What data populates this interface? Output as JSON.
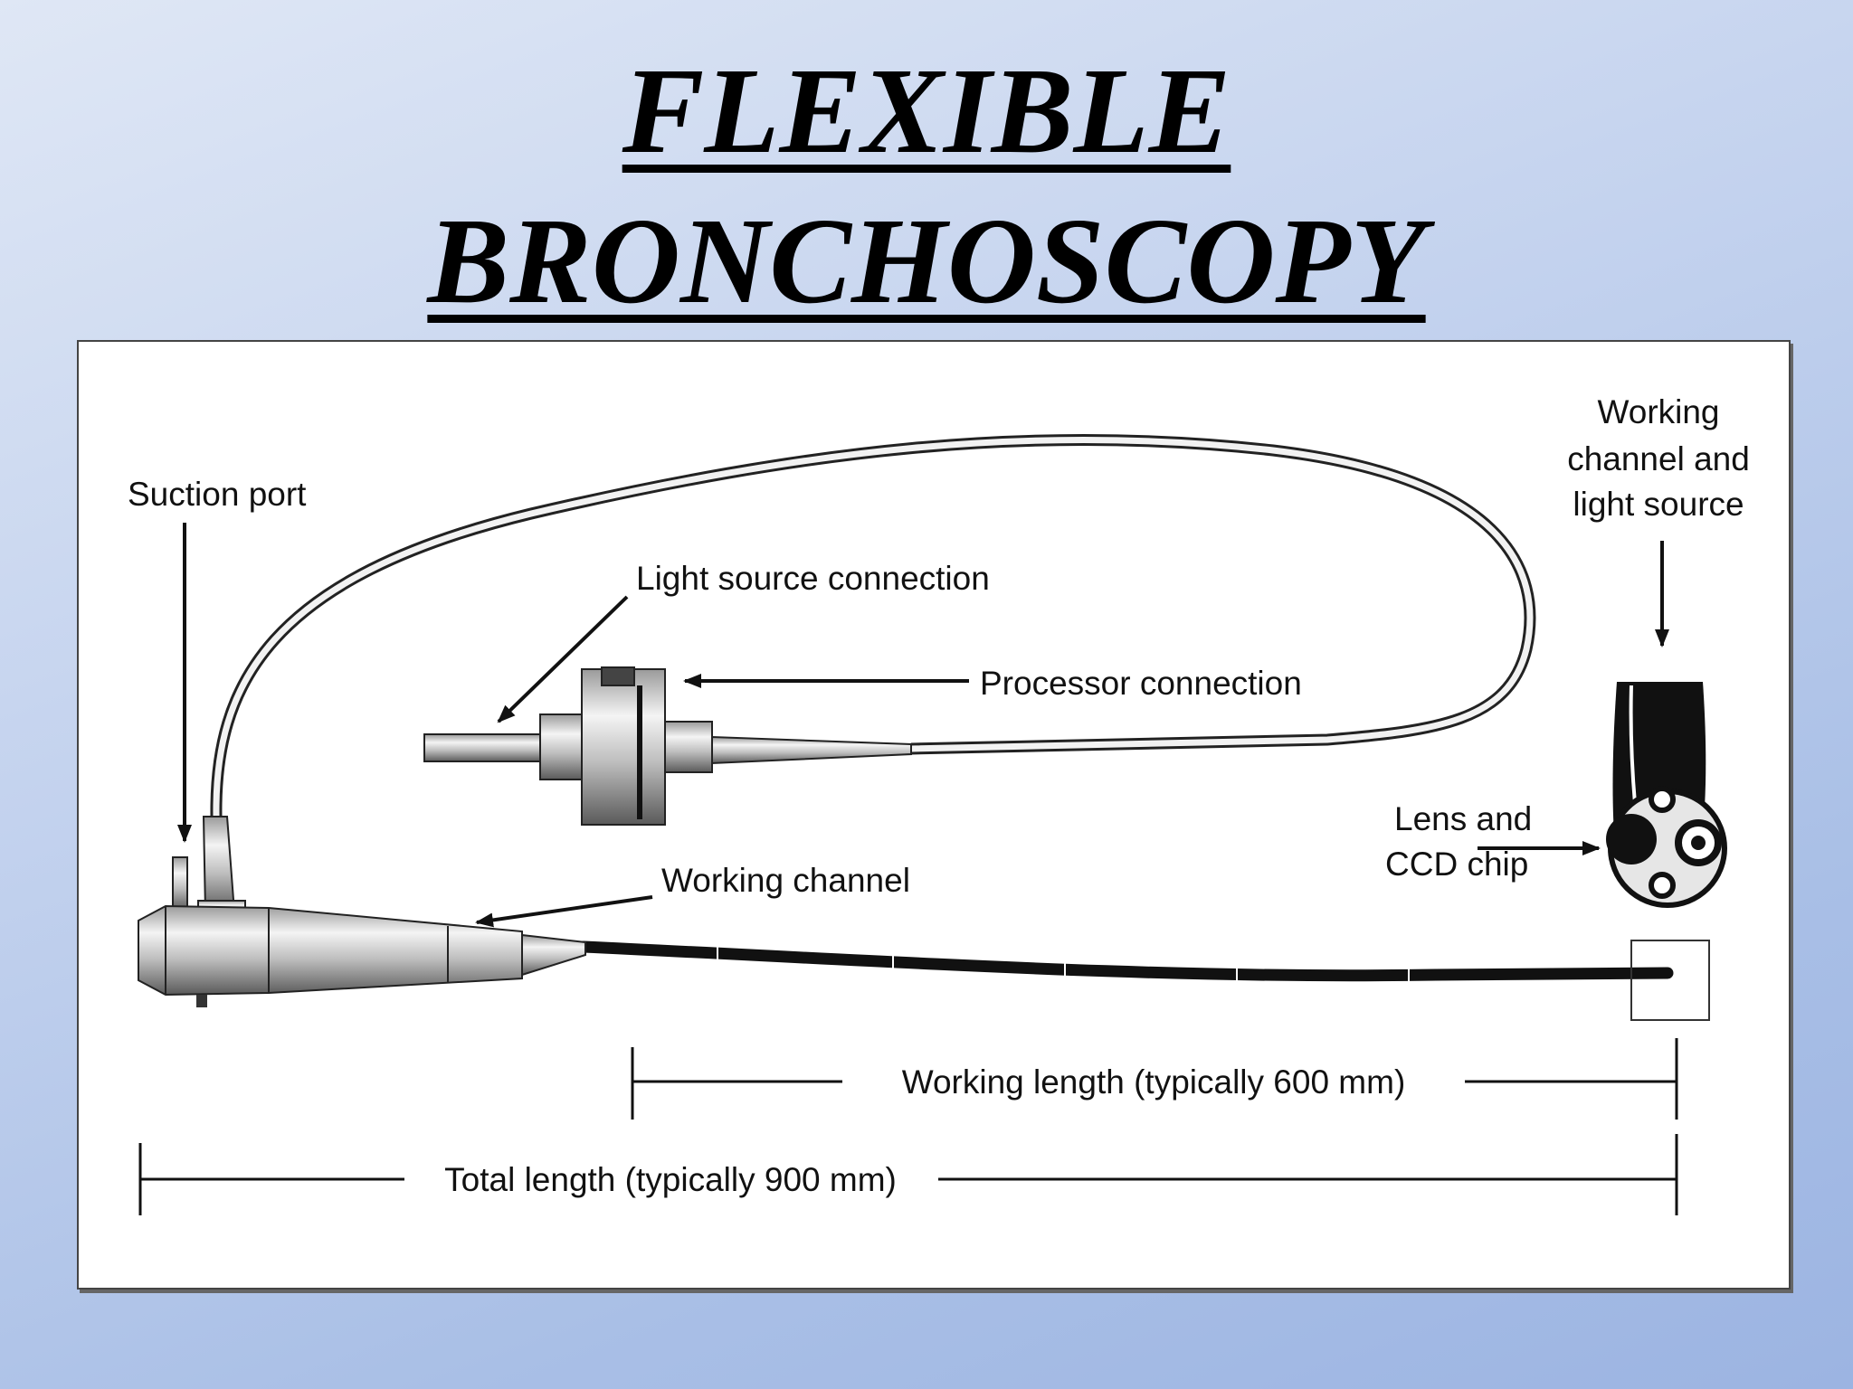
{
  "slide": {
    "title_line1": "FLEXIBLE",
    "title_line2": "BRONCHOSCOPY"
  },
  "diagram": {
    "labels": {
      "suction_port": "Suction port",
      "light_source_connection": "Light source connection",
      "processor_connection": "Processor connection",
      "working_channel": "Working channel",
      "tip_line1": "Working",
      "tip_line2": "channel and",
      "tip_line3": "light source",
      "lens_line1": "Lens and",
      "lens_line2": "CCD chip",
      "working_length": "Working length (typically 600 mm)",
      "total_length": "Total length (typically 900 mm)"
    }
  }
}
